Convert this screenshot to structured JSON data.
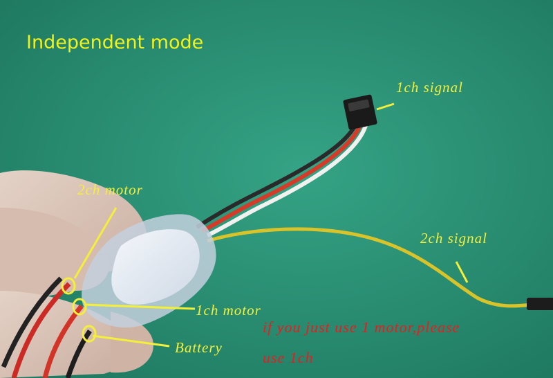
{
  "title": "Independent mode",
  "labels": {
    "ch1_signal": "1ch signal",
    "ch2_motor": "2ch motor",
    "ch2_signal": "2ch signal",
    "ch1_motor": "1ch motor",
    "battery": "Battery"
  },
  "note": {
    "line1": "if you just use 1 motor,please",
    "line2": "use 1ch"
  },
  "colors": {
    "background": "#2a8d72",
    "annotation_yellow": "#f4ef3a",
    "note_red": "#e3201f"
  }
}
